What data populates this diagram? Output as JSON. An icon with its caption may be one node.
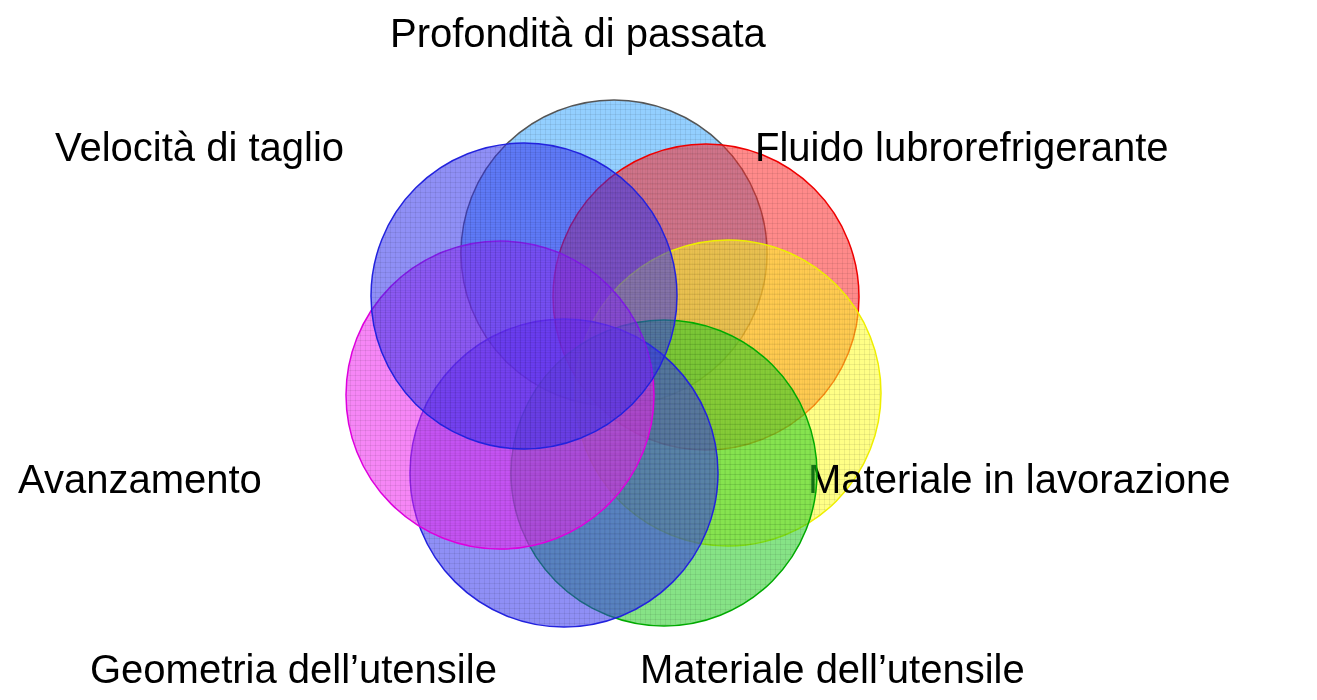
{
  "diagram": {
    "nodes": [
      {
        "text": [
          "Profondità di passata"
        ]
      },
      {
        "text": [
          "Velocità di taglio"
        ]
      },
      {
        "text": [
          "Fluido lubrorefrigerante"
        ]
      },
      {
        "text": [
          "Avanzamento"
        ]
      },
      {
        "text": [
          "Materiale in lavorazione"
        ]
      },
      {
        "text": [
          "Geometria dell’utensile"
        ]
      },
      {
        "text": [
          "Materiale dell’utensile"
        ]
      }
    ]
  }
}
